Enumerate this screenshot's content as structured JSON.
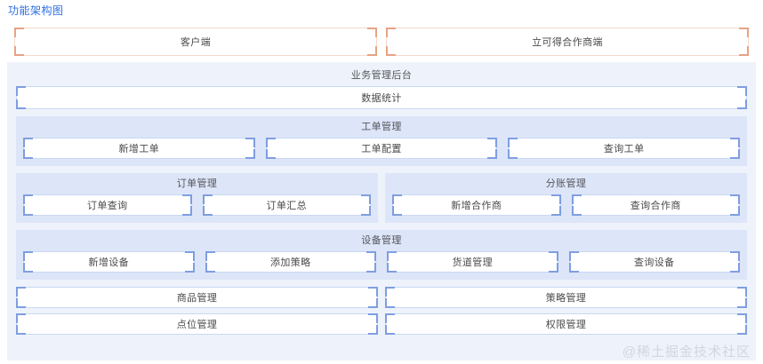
{
  "page_title": "功能架构图",
  "colors": {
    "title_blue": "#2f6fe4",
    "orange_border": "#f6d9cc",
    "orange_corner": "#e8a383",
    "blue_border": "#c9d8f4",
    "blue_corner": "#7e9ee0",
    "outer_panel_bg": "#eef2fb",
    "group_panel_bg": "#dde5f8",
    "text": "#4a4a4a",
    "watermark": "#d2d6de"
  },
  "client_row": [
    {
      "label": "客户端"
    },
    {
      "label": "立可得合作商端"
    }
  ],
  "backend": {
    "title": "业务管理后台",
    "data_stat": {
      "label": "数据统计"
    },
    "work_order_group": {
      "title": "工单管理",
      "items": [
        {
          "label": "新增工单"
        },
        {
          "label": "工单配置"
        },
        {
          "label": "查询工单"
        }
      ]
    },
    "order_group": {
      "title": "订单管理",
      "items": [
        {
          "label": "订单查询"
        },
        {
          "label": "订单汇总"
        }
      ]
    },
    "settlement_group": {
      "title": "分账管理",
      "items": [
        {
          "label": "新增合作商"
        },
        {
          "label": "查询合作商"
        }
      ]
    },
    "device_group": {
      "title": "设备管理",
      "items": [
        {
          "label": "新增设备"
        },
        {
          "label": "添加策略"
        },
        {
          "label": "货道管理"
        },
        {
          "label": "查询设备"
        }
      ]
    },
    "bottom_rows": [
      [
        {
          "label": "商品管理"
        },
        {
          "label": "策略管理"
        }
      ],
      [
        {
          "label": "点位管理"
        },
        {
          "label": "权限管理"
        }
      ]
    ]
  },
  "watermark": "@稀土掘金技术社区"
}
